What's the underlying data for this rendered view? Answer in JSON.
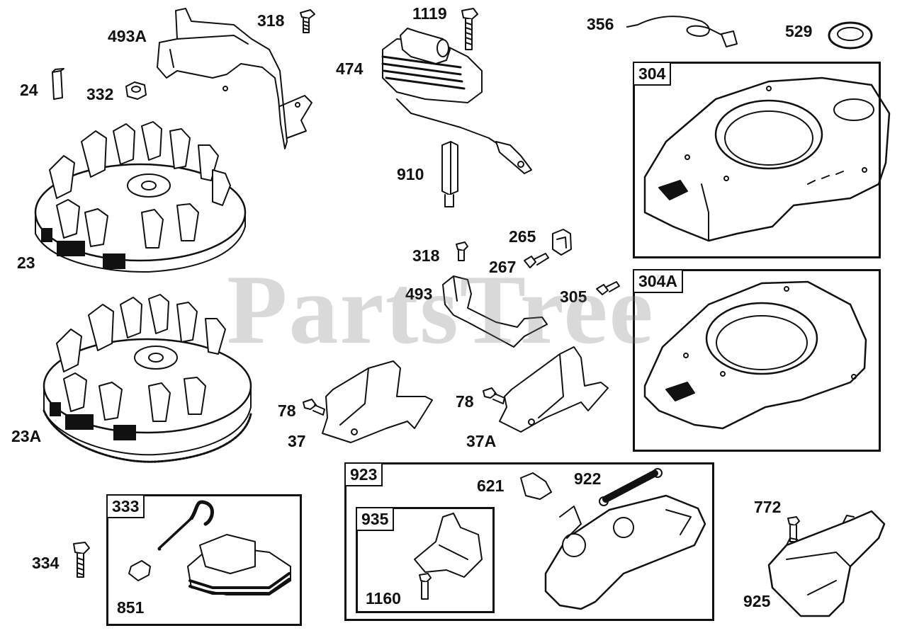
{
  "watermark": {
    "text": "PartsTree",
    "trademark": "™"
  },
  "boxes": {
    "b304": "304",
    "b304A": "304A",
    "b923": "923",
    "b935": "935",
    "b333": "333"
  },
  "labels": {
    "l493A": "493A",
    "l318a": "318",
    "l1119": "1119",
    "l356": "356",
    "l529": "529",
    "l24": "24",
    "l332": "332",
    "l474": "474",
    "l910": "910",
    "l23": "23",
    "l265": "265",
    "l318b": "318",
    "l267": "267",
    "l493": "493",
    "l305": "305",
    "l23A": "23A",
    "l78a": "78",
    "l37": "37",
    "l78b": "78",
    "l37A": "37A",
    "l621": "621",
    "l922": "922",
    "l772": "772",
    "l334": "334",
    "l851": "851",
    "l1160": "1160",
    "l925": "925"
  }
}
